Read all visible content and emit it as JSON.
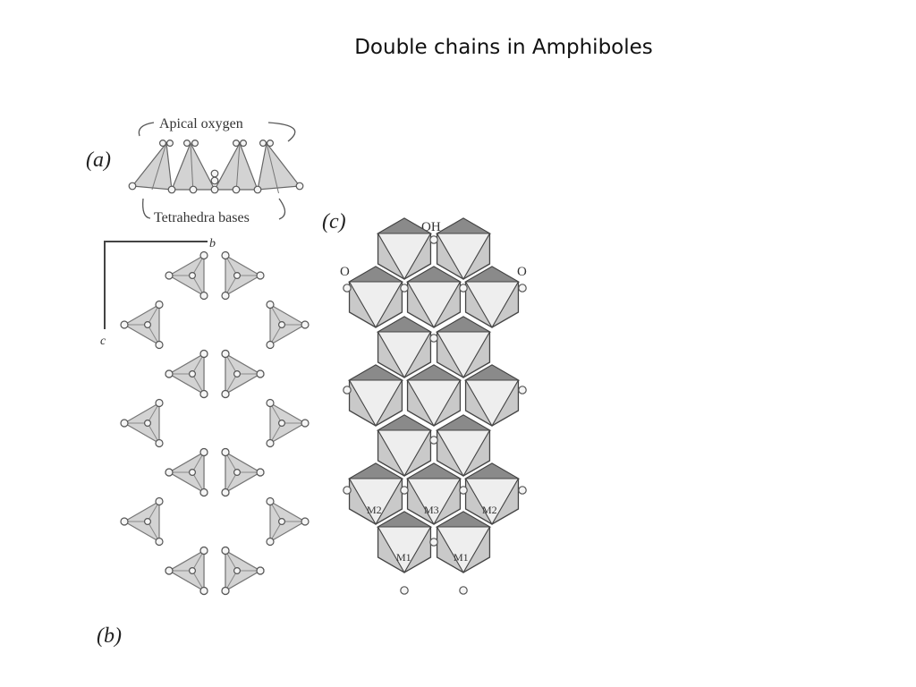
{
  "slide": {
    "title": "Double chains in Amphiboles"
  },
  "figure": {
    "panel_a": {
      "label": "(a)",
      "top_label": "Apical oxygen",
      "bottom_label": "Tetrahedra bases"
    },
    "panel_b": {
      "label": "(b)",
      "axis_b": "b",
      "axis_c": "c"
    },
    "panel_c": {
      "label": "(c)",
      "oh_label": "OH",
      "o_left": "O",
      "o_right": "O",
      "sites": {
        "m2_left": "M2",
        "m3": "M3",
        "m2_right": "M2",
        "m1_left": "M1",
        "m1_right": "M1"
      }
    }
  },
  "colors": {
    "tetra_fill": "#d3d3d3",
    "octa_light": "#eeeeee",
    "octa_mid": "#c9c9c9",
    "octa_dark": "#8a8a8a",
    "line": "#444444"
  }
}
